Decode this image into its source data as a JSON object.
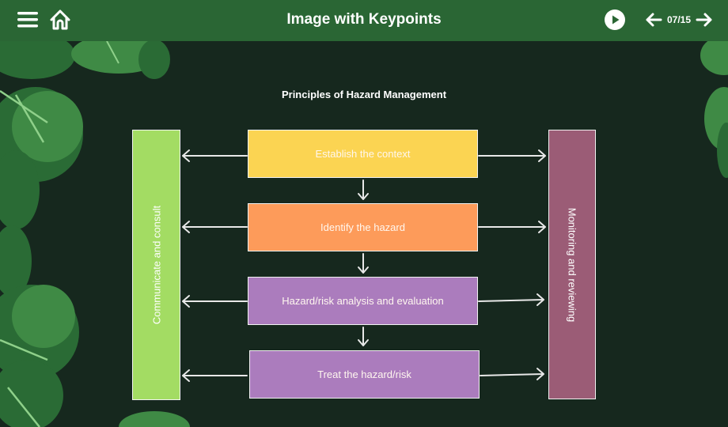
{
  "header": {
    "title": "Image with Keypoints",
    "page_counter": "07/15",
    "icons": {
      "menu": "hamburger-menu-icon",
      "home": "home-icon",
      "play": "play-circle-icon",
      "prev": "arrow-left-icon",
      "next": "arrow-right-icon"
    }
  },
  "diagram": {
    "title": "Principles of Hazard Management",
    "left_panel": {
      "label": "Communicate and consult",
      "color": "#a3dc63"
    },
    "right_panel": {
      "label": "Monitoring and reviewing",
      "color": "#9b5c76"
    },
    "steps": [
      {
        "label": "Establish the context",
        "color": "#fbd452"
      },
      {
        "label": "Identify the hazard",
        "color": "#fd9b5a"
      },
      {
        "label": "Hazard/risk analysis and evaluation",
        "color": "#ab7cbd"
      },
      {
        "label": "Treat the hazard/risk",
        "color": "#ab7cbd"
      }
    ]
  },
  "colors": {
    "header_bg": "#2a6634",
    "page_bg": "#16281e",
    "leaf_dark": "#2a6b35",
    "leaf_mid": "#3f8a45",
    "leaf_light": "#8fd08a"
  }
}
